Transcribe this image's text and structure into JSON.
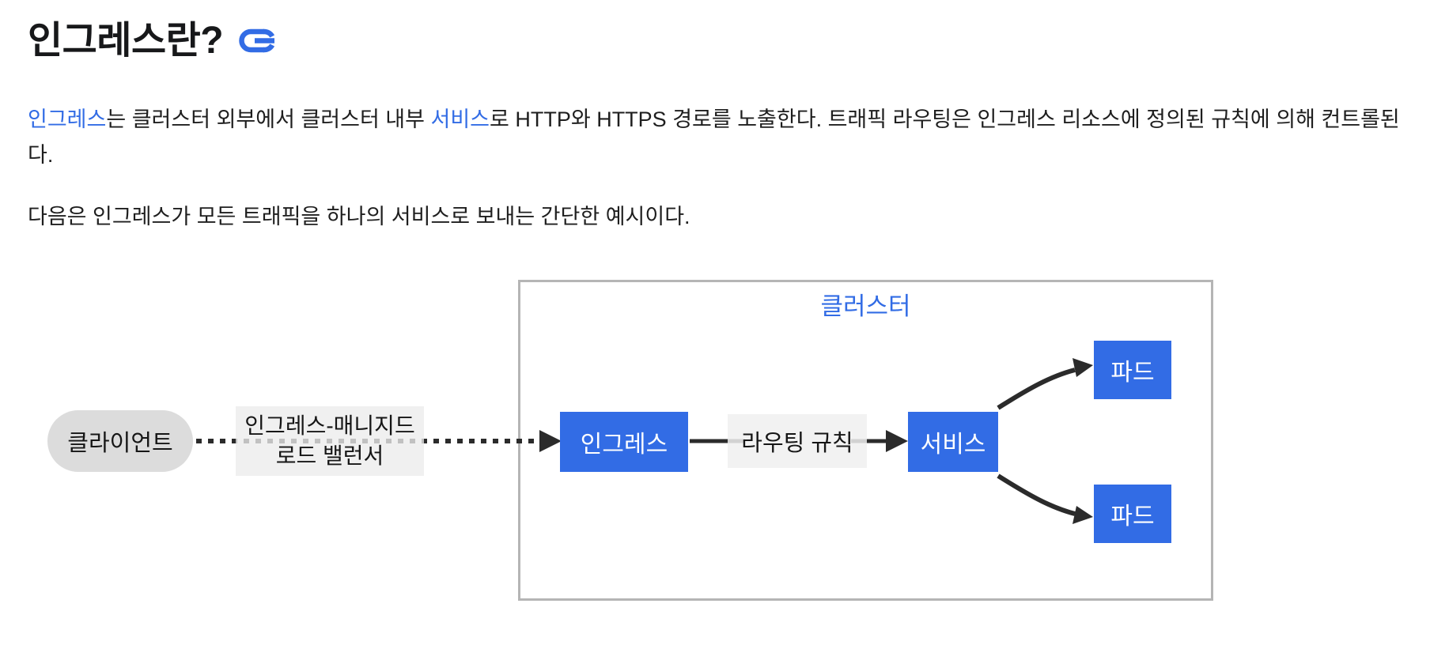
{
  "header": {
    "title": "인그레스란?",
    "anchor_icon": "link-icon"
  },
  "intro": {
    "segments": [
      {
        "text": "인그레스",
        "link": true
      },
      {
        "text": "는 클러스터 외부에서 클러스터 내부 ",
        "link": false
      },
      {
        "text": "서비스",
        "link": true
      },
      {
        "text": "로 HTTP와 HTTPS 경로를 노출한다. 트래픽 라우팅은 인그레스 리소스에 정의된 규칙에 의해 컨트롤된다.",
        "link": false
      }
    ]
  },
  "example_intro": "다음은 인그레스가 모든 트래픽을 하나의 서비스로 보내는 간단한 예시이다.",
  "diagram": {
    "cluster_label": "클러스터",
    "nodes": {
      "client": "클라이언트",
      "ingress": "인그레스",
      "service": "서비스",
      "pod_top": "파드",
      "pod_bottom": "파드"
    },
    "edge_labels": {
      "load_balancer_line1": "인그레스-매니지드",
      "load_balancer_line2": "로드 밸런서",
      "routing_rule": "라우팅 규칙"
    },
    "colors": {
      "k8s_blue": "#326ce5",
      "node_gray": "#dcdcdc",
      "cluster_border": "#b5b5b5",
      "arrow": "#2b2b2b",
      "link": "#326ce5"
    }
  }
}
